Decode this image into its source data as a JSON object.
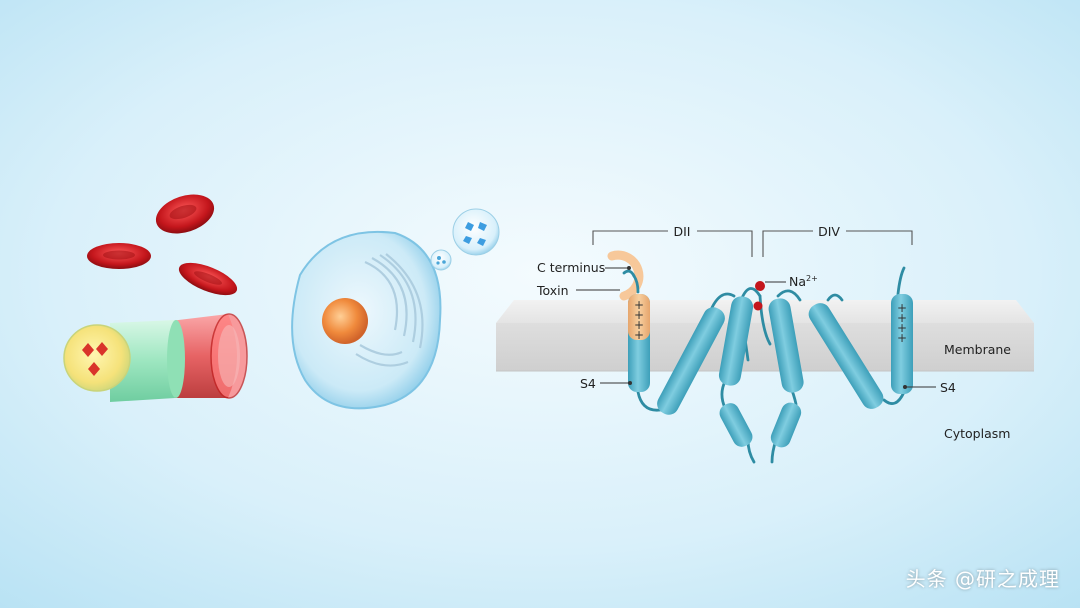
{
  "labels": {
    "domain_ii": "DII",
    "domain_iv": "DIV",
    "c_terminus": "C terminus",
    "toxin": "Toxin",
    "na_ion": "Na",
    "na_charge": "2+",
    "membrane": "Membrane",
    "cytoplasm": "Cytoplasm",
    "s4_left": "S4",
    "s4_right": "S4",
    "plus": "+"
  },
  "watermark": "头条 @研之成理",
  "colors": {
    "helix": "#5ab7cf",
    "helix_dark": "#2f8fa8",
    "toxin_segment": "#f3c08f",
    "toxin_ring": "#f7c89a",
    "ion": "#c4161c",
    "blood_cell": "#c4161c",
    "nucleus": "#f08a3c",
    "membrane": "#dcdcdc"
  },
  "icons": [
    "red-blood-cell-icon",
    "capsule-icon",
    "cell-icon",
    "nucleus-icon",
    "vesicle-icon",
    "ion-channel-icon"
  ]
}
